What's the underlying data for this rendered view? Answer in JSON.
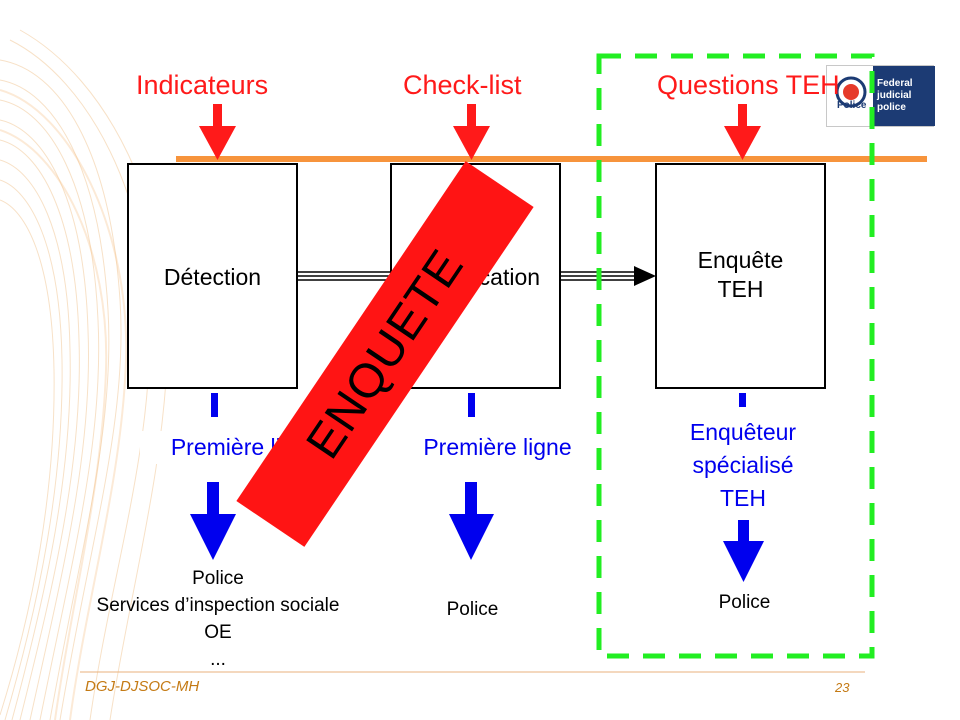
{
  "headers": {
    "indicators": "Indicateurs",
    "checklist": "Check-list",
    "questions": "Questions TEH"
  },
  "boxes": {
    "detection": "Détection",
    "identification": "Identification",
    "investigation": "Enquête\nTEH"
  },
  "roles": {
    "first_line_1": "Première ligne",
    "first_line_2": "Première ligne",
    "specialist": "Enquêteur\nspécialisé\nTEH"
  },
  "actors": {
    "col1": "Police\nServices d’inspection sociale\nOE\n...",
    "col2": "Police",
    "col3": "Police"
  },
  "stamp_label": "ENQUETE",
  "logo": {
    "lines": "Federal\njudicial\npolice",
    "badge": "Police"
  },
  "footer": {
    "left": "DGJ-DJSOC-MH",
    "page": "23"
  },
  "colors": {
    "header_red": "#ff1a1a",
    "bar_orange": "#f7943c",
    "role_blue": "#0000ee",
    "dashed_green": "#22ee22",
    "stamp_red": "#ff1414"
  }
}
